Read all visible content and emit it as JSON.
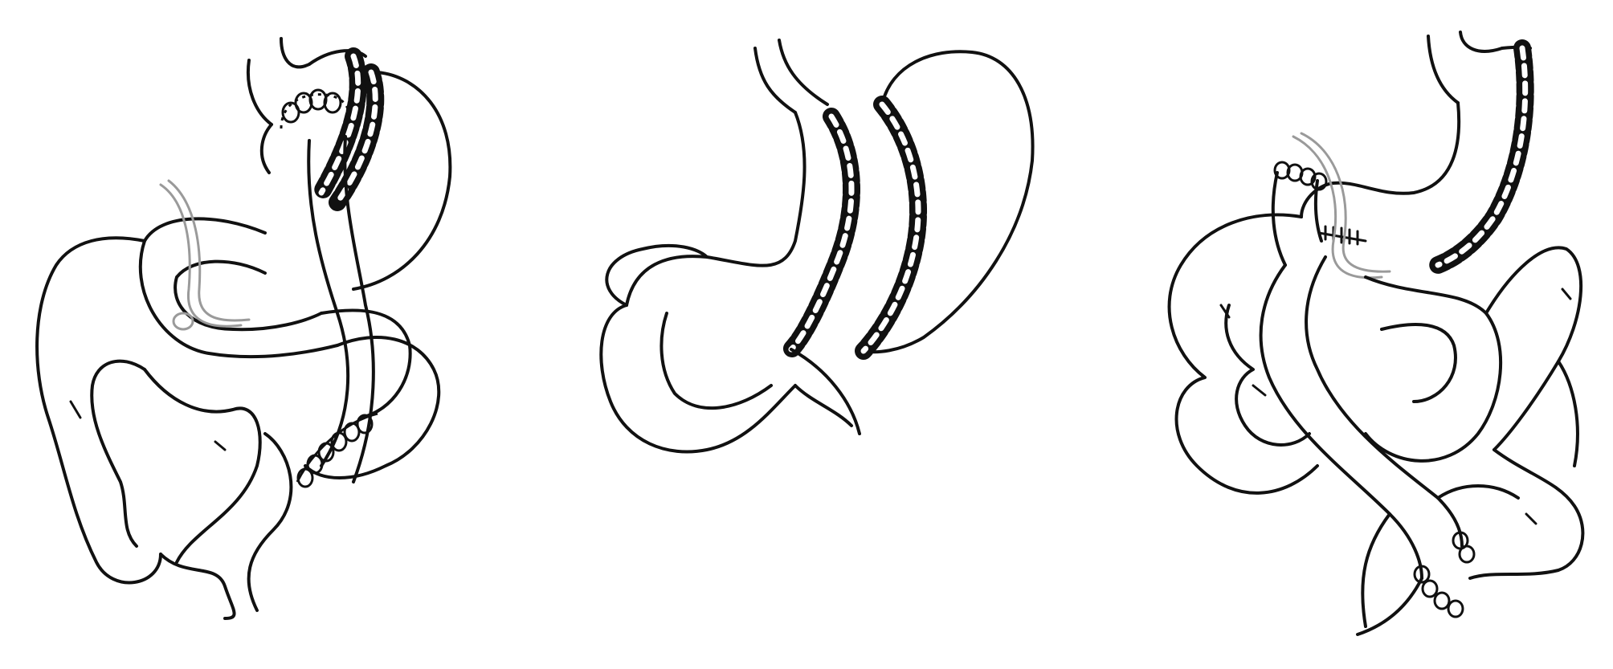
{
  "figure": {
    "panels": [
      {
        "id": "left",
        "icon": "roux-en-y-sleeve-illustration"
      },
      {
        "id": "middle",
        "icon": "sleeve-gastrectomy-illustration"
      },
      {
        "id": "right",
        "icon": "bypass-reconstruction-illustration"
      }
    ],
    "colors": {
      "background": "#ffffff",
      "ink": "#111111",
      "nerve": "#9a9a9a"
    }
  }
}
